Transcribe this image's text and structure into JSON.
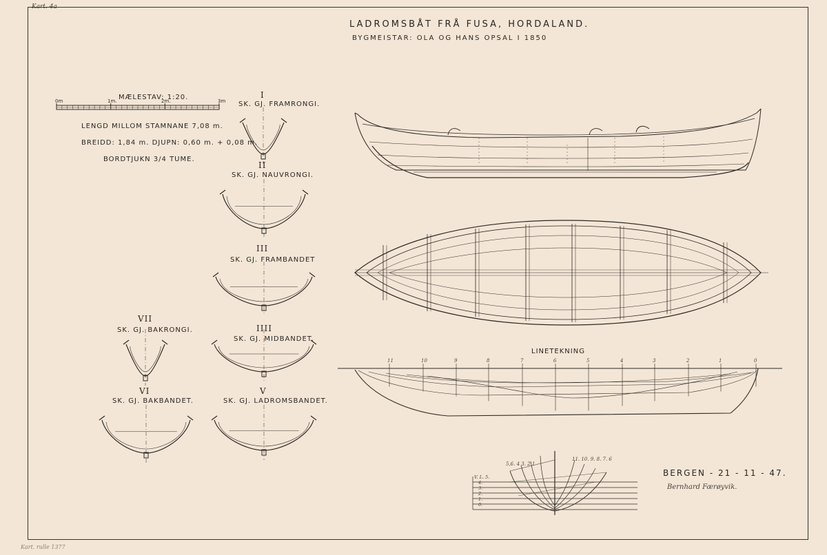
{
  "corner_ref": "Kart. 4a",
  "bottom_note": "Kart. rulle 1377",
  "title": "LADROMSBÅT FRÅ FUSA, HORDALAND.",
  "subtitle": "BYGMEISTAR: OLA OG HANS OPSAL I 1850",
  "scale": {
    "label": "MÆLESTAV: 1:20.",
    "ticks": [
      "0m",
      "1m.",
      "2m.",
      "3m"
    ]
  },
  "specs": {
    "length": "LENGD MILLOM STAMNANE 7,08 m.",
    "width": "BREIDD: 1,84 m. DJUPN: 0,60 m. + 0,08 m.",
    "plank": "BORDTJUKN 3/4 TUME."
  },
  "sections": [
    {
      "numeral": "I",
      "label": "SK. GJ. FRAMRONGI."
    },
    {
      "numeral": "II",
      "label": "SK. GJ. NAUVRONGI."
    },
    {
      "numeral": "III",
      "label": "SK. GJ. FRAMBANDET"
    },
    {
      "numeral": "IIII",
      "label": "SK. GJ. MIDBANDET."
    },
    {
      "numeral": "V",
      "label": "SK. GJ. LADROMSBANDET."
    },
    {
      "numeral": "VI",
      "label": "SK. GJ. BAKBANDET."
    },
    {
      "numeral": "VII",
      "label": "SK. GJ. BAKRONGI."
    }
  ],
  "lines": {
    "label": "LINETEKNING",
    "stations": [
      "11",
      "10",
      "9",
      "8",
      "7",
      "6",
      "5",
      "4",
      "3",
      "2",
      "1",
      "0"
    ],
    "waterlines": [
      "V. L. 5.",
      "4.",
      "3.",
      "2.",
      "1.",
      "0."
    ],
    "body_left": "5,6.  4  3.  2  1",
    "body_right": "11.  10.  9. 8. 7. 6"
  },
  "place_date": "BERGEN - 21 - 11 - 47.",
  "signature": "Bernhard Færøyvik."
}
